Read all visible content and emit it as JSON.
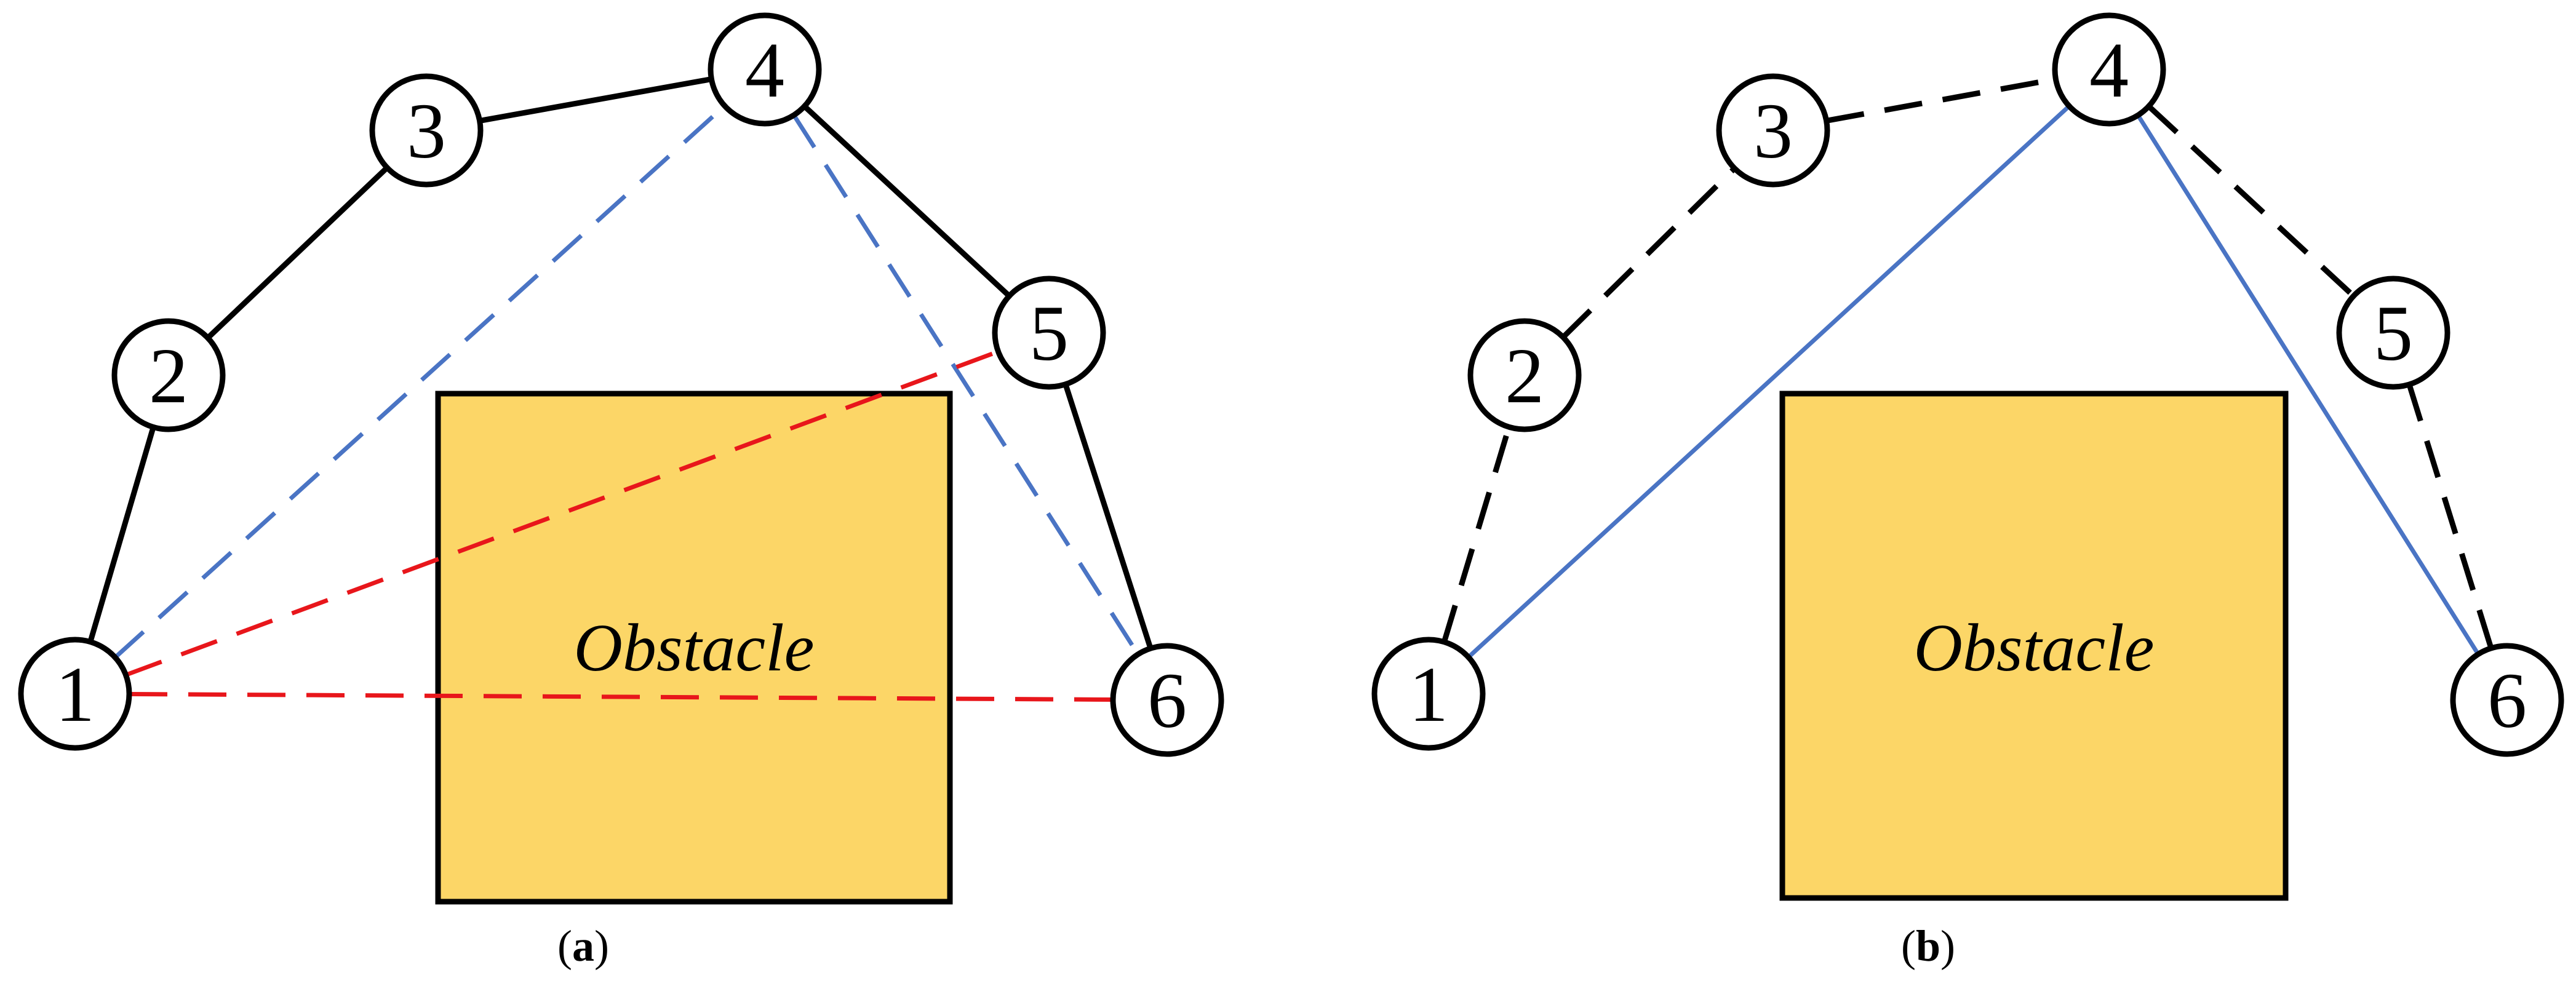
{
  "colors": {
    "obstacle_fill": "#FCD667",
    "solid_edge": "#000000",
    "red_dashed": "#E8161B",
    "blue": "#4A74C4",
    "node_fill": "#FFFFFF"
  },
  "panels": [
    {
      "id": "a",
      "caption": {
        "open": "(",
        "letter": "a",
        "close": ")"
      },
      "obstacle_label": "Obstacle",
      "nodes": [
        {
          "id": 1,
          "label": "1"
        },
        {
          "id": 2,
          "label": "2"
        },
        {
          "id": 3,
          "label": "3"
        },
        {
          "id": 4,
          "label": "4"
        },
        {
          "id": 5,
          "label": "5"
        },
        {
          "id": 6,
          "label": "6"
        }
      ],
      "edges": [
        {
          "from": 1,
          "to": 2,
          "style": "solid",
          "color": "solid_edge"
        },
        {
          "from": 2,
          "to": 3,
          "style": "solid",
          "color": "solid_edge"
        },
        {
          "from": 3,
          "to": 4,
          "style": "solid",
          "color": "solid_edge"
        },
        {
          "from": 4,
          "to": 5,
          "style": "solid",
          "color": "solid_edge"
        },
        {
          "from": 5,
          "to": 6,
          "style": "solid",
          "color": "solid_edge"
        },
        {
          "from": 1,
          "to": 4,
          "style": "dashed",
          "color": "blue"
        },
        {
          "from": 4,
          "to": 6,
          "style": "dashed",
          "color": "blue"
        },
        {
          "from": 1,
          "to": 5,
          "style": "dashed",
          "color": "red_dashed"
        },
        {
          "from": 1,
          "to": 6,
          "style": "dashed",
          "color": "red_dashed"
        }
      ]
    },
    {
      "id": "b",
      "caption": {
        "open": "(",
        "letter": "b",
        "close": ")"
      },
      "obstacle_label": "Obstacle",
      "nodes": [
        {
          "id": 1,
          "label": "1"
        },
        {
          "id": 2,
          "label": "2"
        },
        {
          "id": 3,
          "label": "3"
        },
        {
          "id": 4,
          "label": "4"
        },
        {
          "id": 5,
          "label": "5"
        },
        {
          "id": 6,
          "label": "6"
        }
      ],
      "edges": [
        {
          "from": 1,
          "to": 2,
          "style": "dashed",
          "color": "solid_edge"
        },
        {
          "from": 2,
          "to": 3,
          "style": "dashed",
          "color": "solid_edge"
        },
        {
          "from": 3,
          "to": 4,
          "style": "dashed",
          "color": "solid_edge"
        },
        {
          "from": 4,
          "to": 5,
          "style": "dashed",
          "color": "solid_edge"
        },
        {
          "from": 5,
          "to": 6,
          "style": "dashed",
          "color": "solid_edge"
        },
        {
          "from": 1,
          "to": 4,
          "style": "solid",
          "color": "blue"
        },
        {
          "from": 4,
          "to": 6,
          "style": "solid",
          "color": "blue"
        }
      ]
    }
  ]
}
